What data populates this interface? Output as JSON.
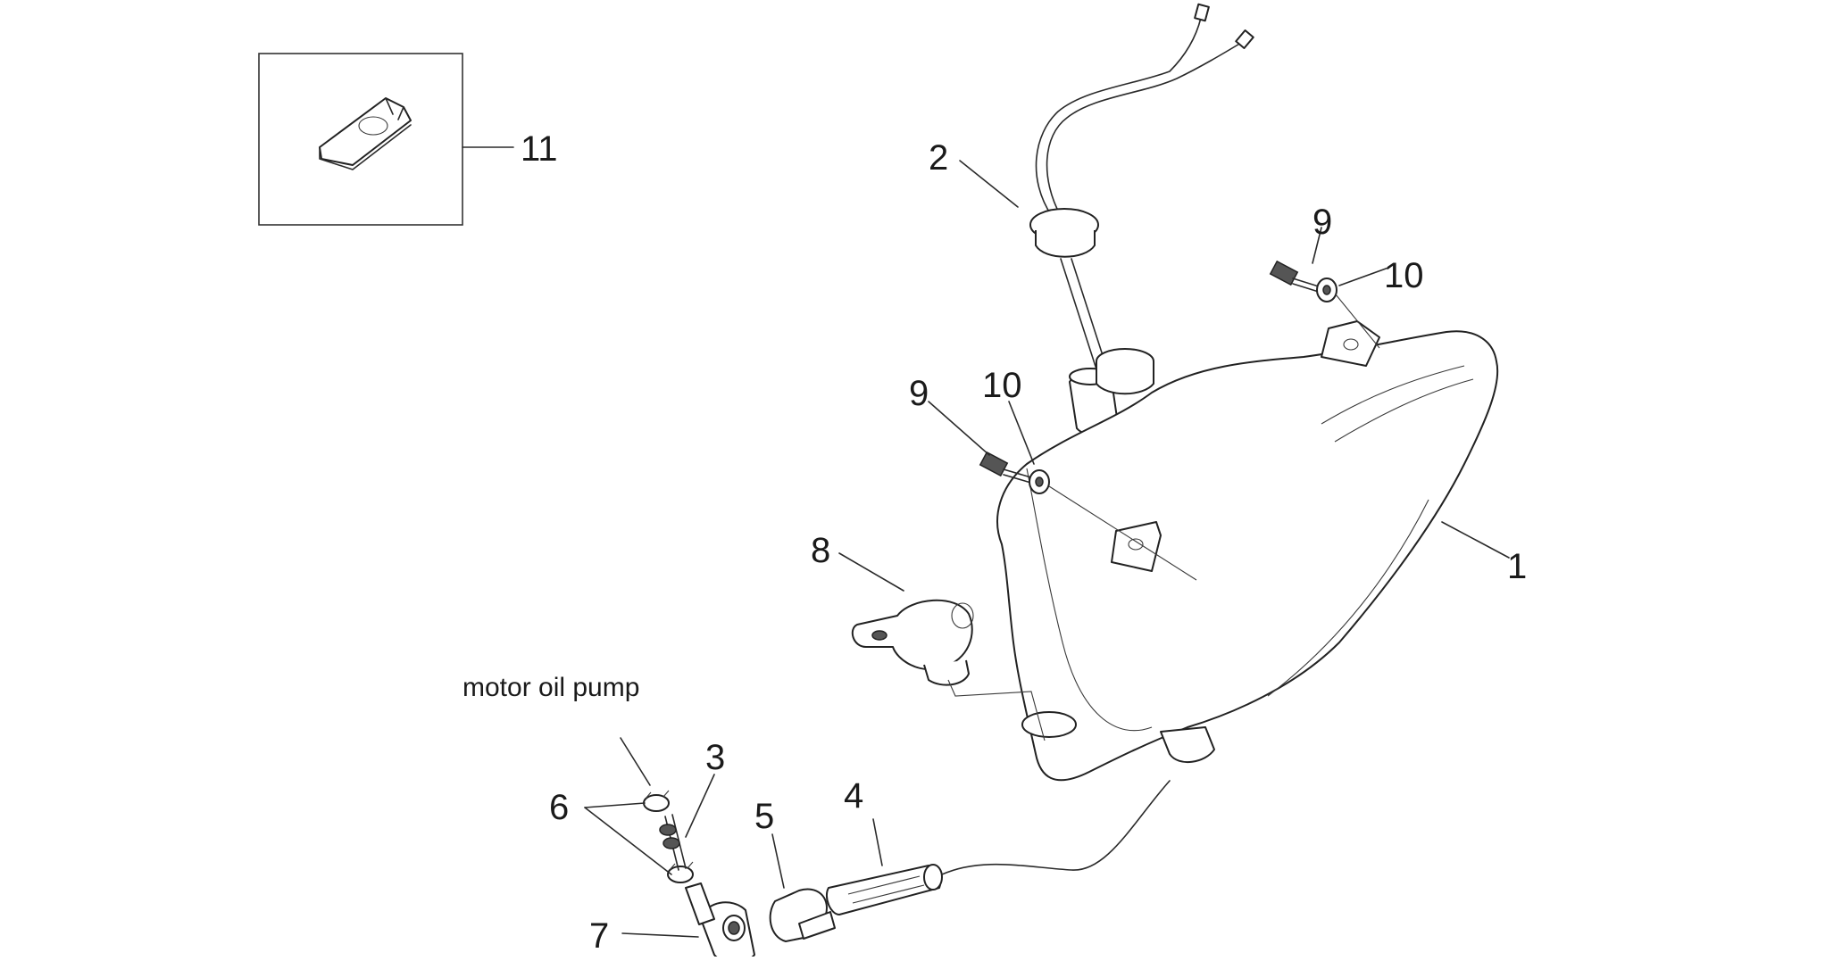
{
  "callouts": {
    "tank": "1",
    "sensor": "2",
    "pump_hose": "3",
    "filter": "4",
    "cap_ring": "5",
    "clamps": "6",
    "fitting": "7",
    "filler_cap": "8",
    "screw_top": "9",
    "washer_top": "10",
    "screw_mid": "9",
    "washer_mid": "10",
    "clip_kit": "11"
  },
  "annotations": {
    "pump_note": "motor oil pump"
  }
}
